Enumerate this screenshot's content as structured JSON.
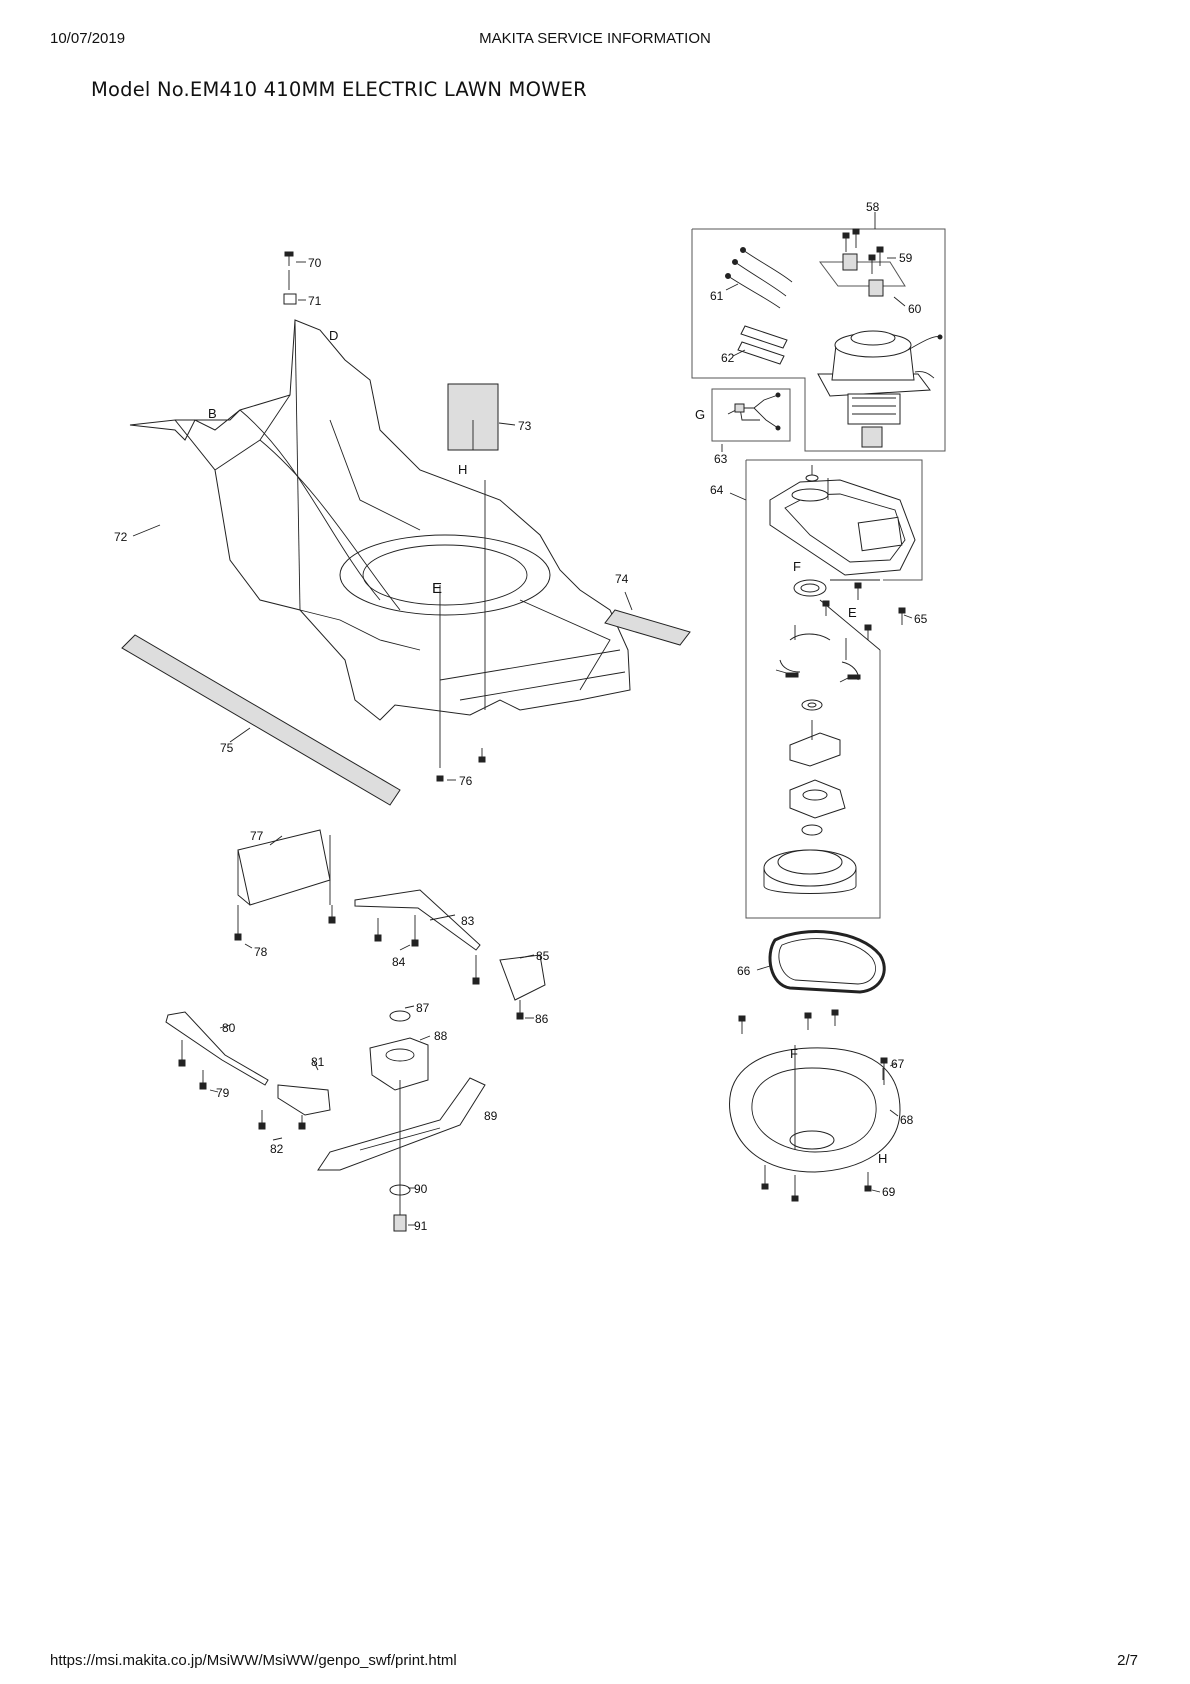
{
  "header": {
    "date": "10/07/2019",
    "title": "MAKITA SERVICE INFORMATION"
  },
  "model_title": "Model No.EM410 410MM ELECTRIC LAWN MOWER",
  "footer": {
    "url": "https://msi.makita.co.jp/MsiWW/MsiWW/genpo_swf/print.html",
    "page": "2/7"
  },
  "part_numbers": {
    "p58": "58",
    "p59": "59",
    "p60": "60",
    "p61": "61",
    "p62": "62",
    "p63": "63",
    "p64": "64",
    "p65": "65",
    "p66": "66",
    "p67": "67",
    "p68": "68",
    "p69": "69",
    "p70": "70",
    "p71": "71",
    "p72": "72",
    "p73": "73",
    "p74": "74",
    "p75": "75",
    "p76": "76",
    "p77": "77",
    "p78": "78",
    "p79": "79",
    "p80": "80",
    "p81": "81",
    "p82": "82",
    "p83": "83",
    "p84": "84",
    "p85": "85",
    "p86": "86",
    "p87": "87",
    "p88": "88",
    "p89": "89",
    "p90": "90",
    "p91": "91"
  },
  "reference_letters": {
    "b": "B",
    "d": "D",
    "e": "E",
    "f": "F",
    "g": "G",
    "h": "H"
  }
}
